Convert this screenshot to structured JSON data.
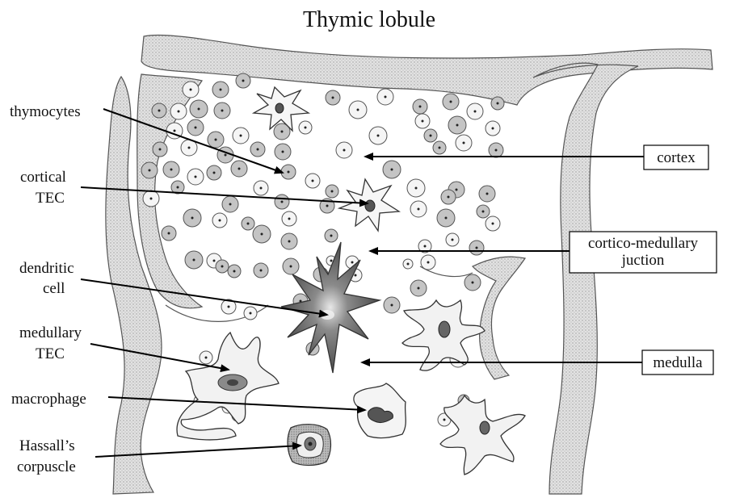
{
  "title": "Thymic lobule",
  "left_labels": {
    "thymocytes": "thymocytes",
    "cortical_1": "cortical",
    "cortical_2": "TEC",
    "dendritic_1": "dendritic",
    "dendritic_2": "cell",
    "medullary_1": "medullary",
    "medullary_2": "TEC",
    "macrophage": "macrophage",
    "hassall_1": "Hassall’s",
    "hassall_2": "corpuscle"
  },
  "right_labels": {
    "cortex": "cortex",
    "cmj_1": "cortico-medullary",
    "cmj_2": "juction",
    "medulla": "medulla"
  },
  "colors": {
    "stroma_fill": "#d9d9d9",
    "cell_light": "#f4f4f4",
    "cell_dark": "#bdbdbd",
    "dendritic": "#555555",
    "line": "#000000"
  }
}
